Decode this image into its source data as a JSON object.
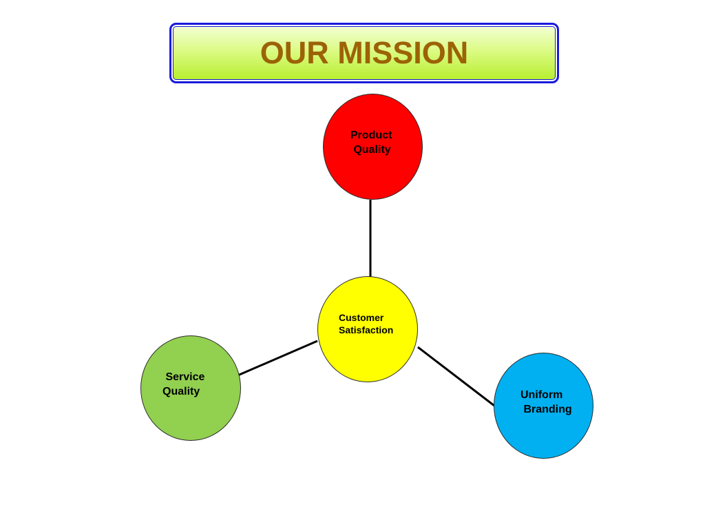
{
  "title": "OUR MISSION",
  "colors": {
    "title_text": "#9c6206",
    "title_border": "#1a1adc",
    "connector": "#000000"
  },
  "nodes": {
    "center": {
      "label": "Customer\nSatisfaction",
      "color": "#ffff00"
    },
    "top": {
      "label": "Product\n Quality",
      "color": "#ff0000"
    },
    "left": {
      "label": " Service\nQuality",
      "color": "#92d050"
    },
    "right": {
      "label": "Uniform\n Branding",
      "color": "#00b0f0"
    }
  }
}
